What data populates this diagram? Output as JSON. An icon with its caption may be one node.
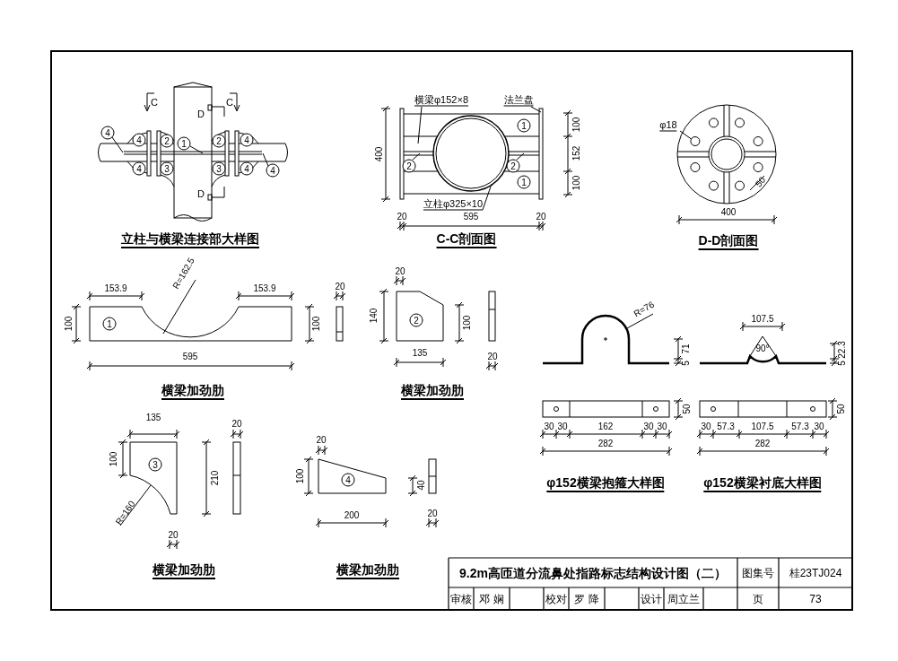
{
  "diagram": {
    "title": "9.2m高匝道分流鼻处指路标志结构设计图（二）",
    "nodes": [
      {
        "text": [
          "4"
        ]
      },
      {
        "text": [
          "4"
        ]
      },
      {
        "text": [
          "2"
        ]
      },
      {
        "text": [
          "1"
        ]
      },
      {
        "text": [
          "2"
        ]
      },
      {
        "text": [
          "4"
        ]
      },
      {
        "text": [
          "4"
        ]
      },
      {
        "text": [
          "3"
        ]
      },
      {
        "text": [
          "3"
        ]
      },
      {
        "text": [
          "4"
        ]
      },
      {
        "text": [
          "4"
        ]
      },
      {
        "text": [
          "横梁φ152×8"
        ]
      },
      {
        "text": [
          "法兰盘"
        ]
      },
      {
        "text": [
          "1"
        ]
      },
      {
        "text": [
          "2"
        ]
      },
      {
        "text": [
          "2"
        ]
      },
      {
        "text": [
          "1"
        ]
      },
      {
        "text": [
          "立柱φ325×10"
        ]
      },
      {
        "text": [
          "φ18"
        ]
      },
      {
        "text": [],
        "shape": "circle"
      },
      {
        "text": [
          "1"
        ]
      },
      {
        "text": [
          "2"
        ]
      },
      {
        "text": [
          "3"
        ]
      },
      {
        "text": [
          "4"
        ]
      }
    ],
    "edges": [
      {
        "from": 0,
        "to": null,
        "arrow": "none"
      },
      {
        "from": 3,
        "to": null,
        "arrow": "none"
      },
      {
        "from": 10,
        "to": null,
        "arrow": "none"
      },
      {
        "from": 11,
        "to": null,
        "arrow": "none"
      },
      {
        "from": 12,
        "to": null,
        "arrow": "none"
      },
      {
        "from": 14,
        "to": null,
        "arrow": "none"
      },
      {
        "from": 15,
        "to": null,
        "arrow": "none"
      },
      {
        "from": 17,
        "to": null,
        "arrow": "none"
      },
      {
        "from": 18,
        "to": 19,
        "arrow": "none"
      }
    ],
    "labels": [
      "C",
      "C",
      "D",
      "D",
      "立柱与横梁连接部大样图",
      "400",
      "100",
      "152",
      "100",
      "20",
      "595",
      "20",
      "C-C剖面图",
      "50",
      "400",
      "D-D剖面图",
      "153.9",
      "R=162.5",
      "153.9",
      "20",
      "100",
      "100",
      "595",
      "横梁加劲肋",
      "20",
      "140",
      "100",
      "135",
      "20",
      "横梁加劲肋",
      "R=76",
      "71",
      "5",
      "50",
      "30",
      "30",
      "162",
      "30",
      "30",
      "282",
      "φ152横梁抱箍大样图",
      "107.5",
      "90°",
      "22.3",
      "5",
      "50",
      "30",
      "57.3",
      "107.5",
      "57.3",
      "30",
      "282",
      "φ152横梁衬底大样图",
      "135",
      "20",
      "100",
      "210",
      "R=160",
      "20",
      "横梁加劲肋",
      "20",
      "100",
      "40",
      "200",
      "20",
      "横梁加劲肋",
      "图集号",
      "桂23TJ024",
      "审核",
      "邓 娴",
      "校对",
      "罗 降",
      "设计",
      "周立兰",
      "页",
      "73"
    ]
  }
}
